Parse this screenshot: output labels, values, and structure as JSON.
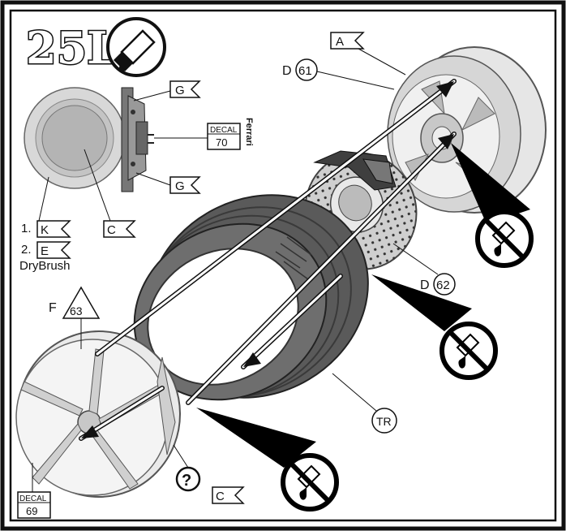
{
  "step": {
    "number": "25L"
  },
  "labels": {
    "a_flag": "A",
    "g_flag_top": "G",
    "g_flag_bottom": "G",
    "c_flag_disc": "C",
    "c_flag_bottom": "C",
    "k_flag": "K",
    "e_flag": "E",
    "k_num": "1.",
    "e_num": "2.",
    "drybrush": "DryBrush",
    "d61_prefix": "D",
    "d61_num": "61",
    "d62_prefix": "D",
    "d62_num": "62",
    "f63_prefix": "F",
    "f63_num": "63",
    "tr": "TR",
    "question": "?"
  },
  "decals": {
    "decal70_title": "DECAL",
    "decal70_num": "70",
    "decal69_title": "DECAL",
    "decal69_num": "69"
  },
  "logo": {
    "text": "Ferrari"
  },
  "colors": {
    "frame": "#111111",
    "part": "#d4d4d4",
    "tire": "#5e5e5e",
    "no_glue": "#000000"
  }
}
